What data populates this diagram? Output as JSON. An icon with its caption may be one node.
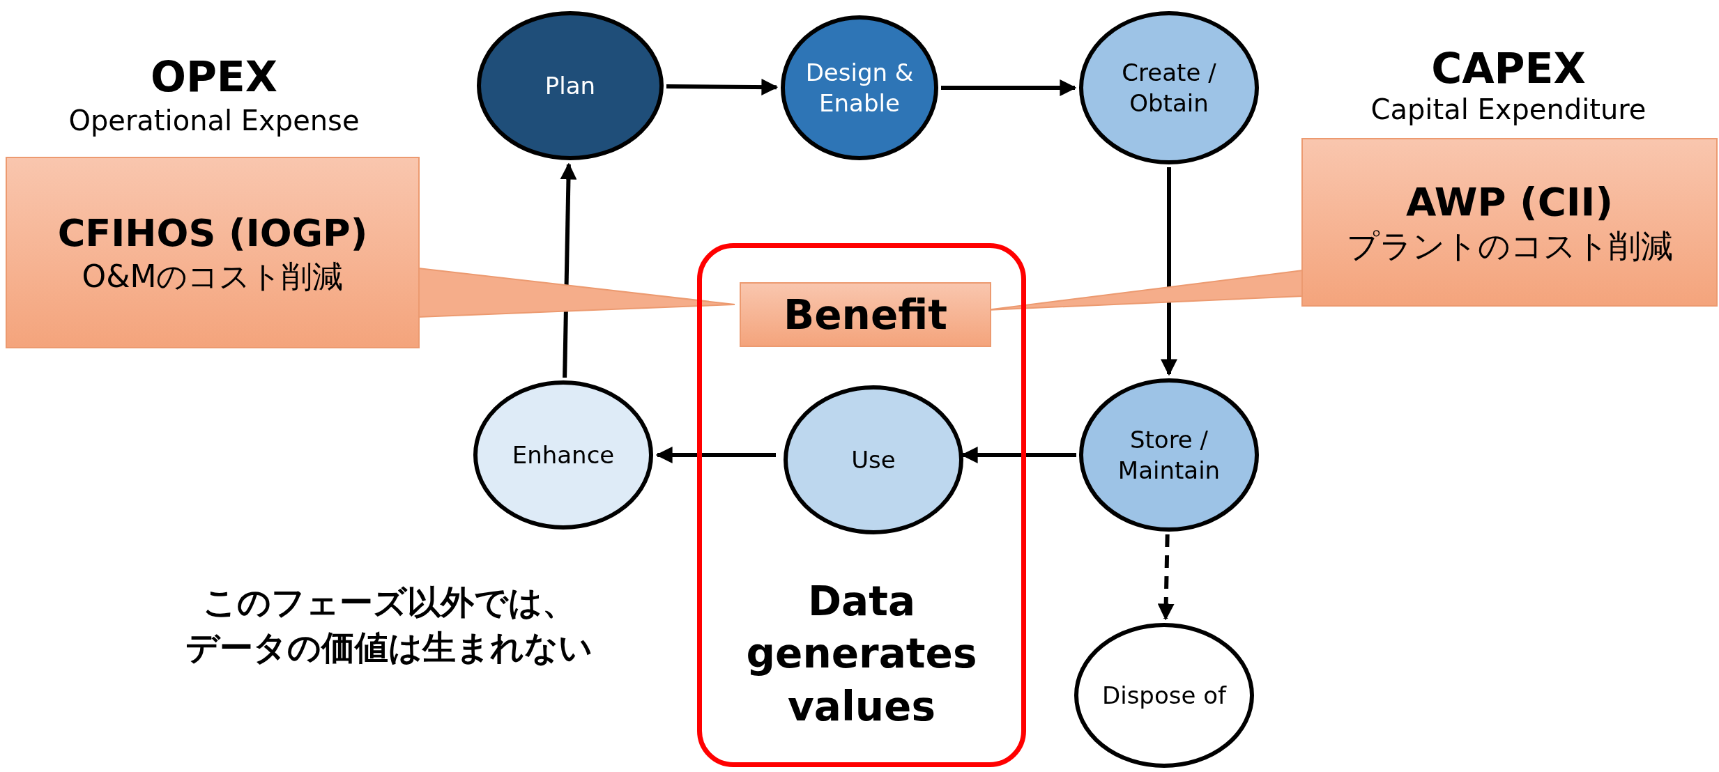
{
  "diagram": {
    "nodes": [
      {
        "text": [
          "Plan"
        ]
      },
      {
        "text": [
          "Design & Enable"
        ]
      },
      {
        "text": [
          "Create / Obtain"
        ]
      },
      {
        "text": [
          "CFIHOS (IOGP)",
          "O&Mのコスト削減"
        ]
      },
      {
        "text": [
          "AWP (CII)",
          "プラントのコスト削減"
        ]
      },
      {
        "text": [
          "Data generates values"
        ]
      },
      {
        "text": [
          "Benefit"
        ],
        "in": 5
      },
      {
        "text": [
          "Enhance"
        ]
      },
      {
        "text": [
          "Use"
        ],
        "in": 5
      },
      {
        "text": [
          "Store / Maintain"
        ]
      },
      {
        "text": [
          "Dispose of"
        ]
      }
    ],
    "edges": [
      {
        "from": 0,
        "to": 1,
        "arrow": "to"
      },
      {
        "from": 1,
        "to": 2,
        "arrow": "to"
      },
      {
        "from": 2,
        "to": 9,
        "arrow": "to"
      },
      {
        "from": 9,
        "to": 8,
        "arrow": "to"
      },
      {
        "from": 8,
        "to": 7,
        "arrow": "to"
      },
      {
        "from": 7,
        "to": 0,
        "arrow": "to"
      },
      {
        "from": 9,
        "to": 10,
        "arrow": "to",
        "style": "dashed"
      },
      {
        "from": 3,
        "to": 6,
        "arrow": "none"
      },
      {
        "from": 4,
        "to": 6,
        "arrow": "none"
      }
    ],
    "labels": [
      "OPEX",
      "Operational Expense",
      "CAPEX",
      "Capital Expenditure",
      "このフェーズ以外では、データの価値は生まれない"
    ]
  }
}
